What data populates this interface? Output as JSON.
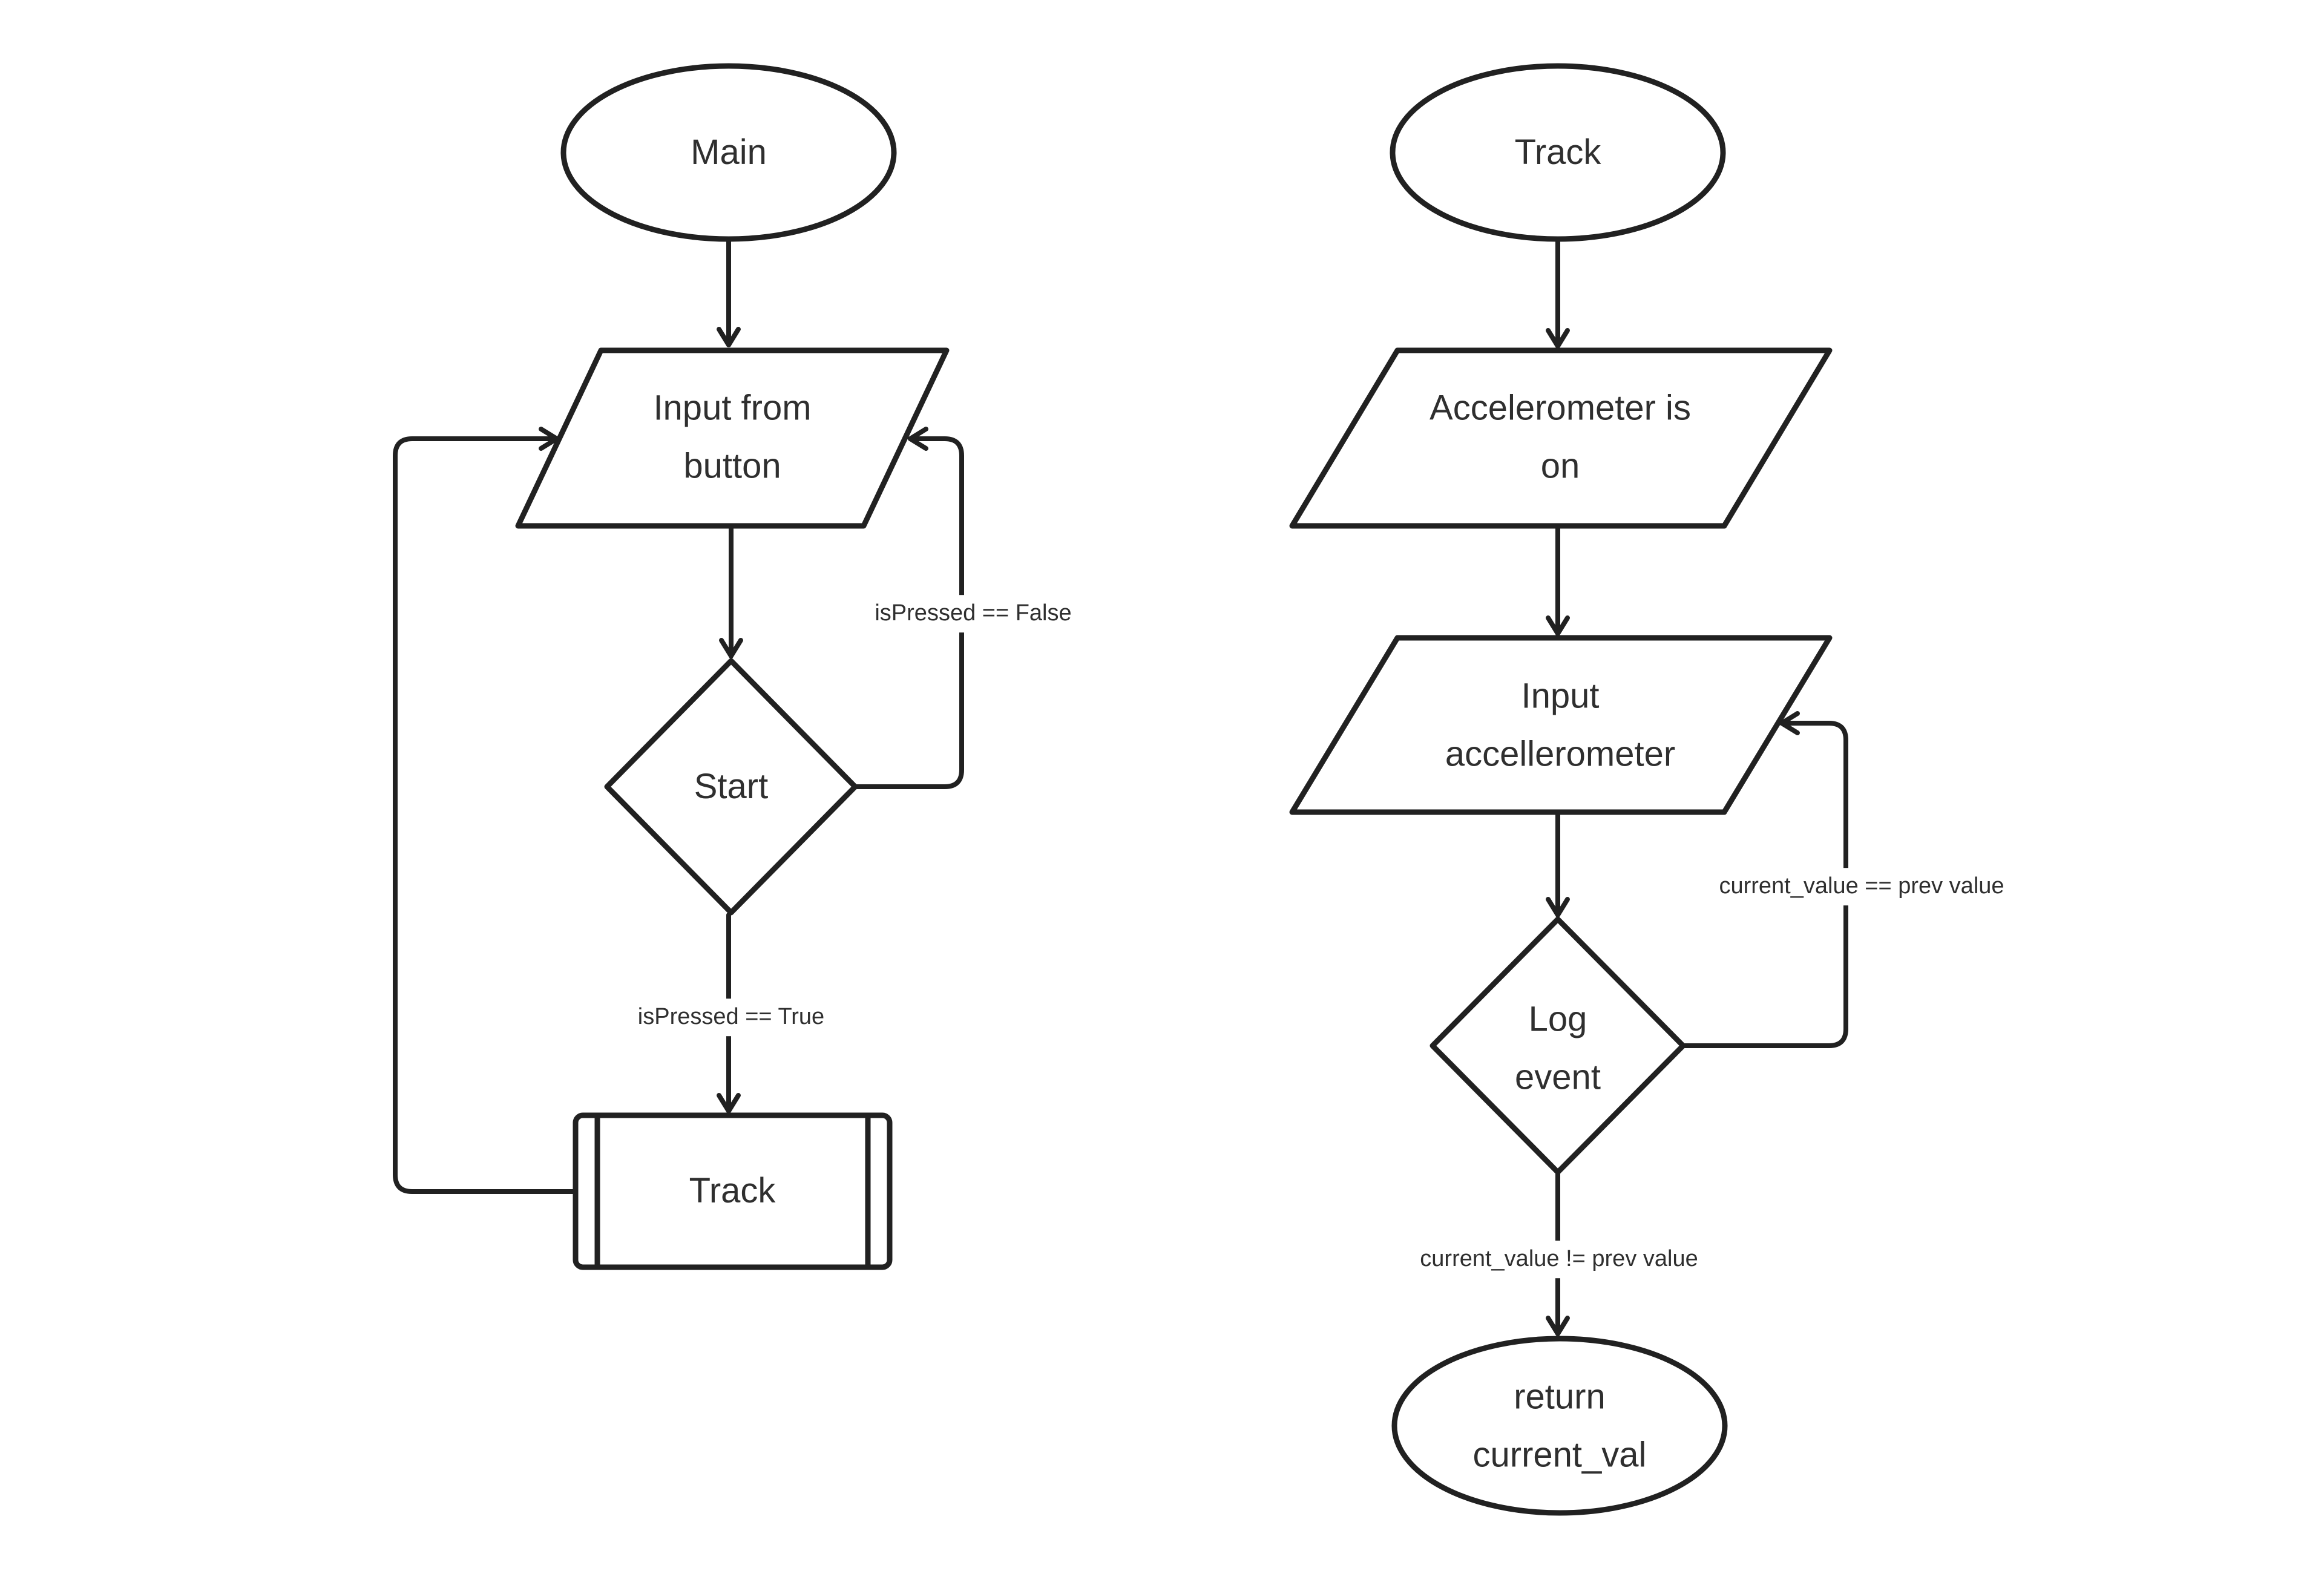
{
  "diagram": {
    "background_color": "#ffffff",
    "line_color": "#212121",
    "text_color": "#2f2f2f"
  },
  "left_flowchart": {
    "terminator_start": {
      "label": "Main"
    },
    "io_input_from_button": {
      "label": "Input from button"
    },
    "decision_start": {
      "label": "Start"
    },
    "predefined_process_track": {
      "label": "Track"
    },
    "edge_labels": {
      "false_branch": "isPressed == False",
      "true_branch": "isPressed == True"
    }
  },
  "right_flowchart": {
    "terminator_start": {
      "label": "Track"
    },
    "io_accelerometer_on": {
      "label": "Accelerometer is on"
    },
    "io_input_accelerometer": {
      "label": "Input accellerometer"
    },
    "decision_log_event": {
      "label": "Log event"
    },
    "terminator_end": {
      "label": "return current_val"
    },
    "edge_labels": {
      "equal_branch": "current_value == prev value",
      "not_equal_branch": "current_value != prev value"
    }
  }
}
